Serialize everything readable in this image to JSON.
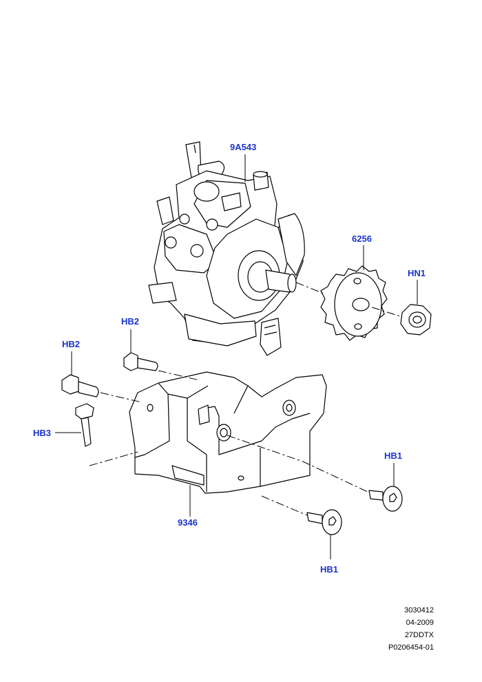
{
  "callouts": {
    "pump": "9A543",
    "sprocket": "6256",
    "nut": "HN1",
    "bolt_hb2_upper": "HB2",
    "bolt_hb2_lower": "HB2",
    "bolt_hb3": "HB3",
    "bracket": "9346",
    "bolt_hb1_upper": "HB1",
    "bolt_hb1_lower": "HB1"
  },
  "reference": {
    "code": "3030412",
    "date": "04-2009",
    "model": "27DDTX",
    "part_number": "P0206454-01"
  }
}
